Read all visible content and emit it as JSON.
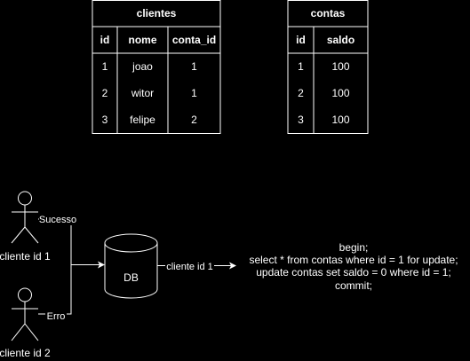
{
  "tables": {
    "clientes": {
      "title": "clientes",
      "columns": [
        "id",
        "nome",
        "conta_id"
      ],
      "rows": [
        [
          "1",
          "joao",
          "1"
        ],
        [
          "2",
          "witor",
          "1"
        ],
        [
          "3",
          "felipe",
          "2"
        ]
      ]
    },
    "contas": {
      "title": "contas",
      "columns": [
        "id",
        "saldo"
      ],
      "rows": [
        [
          "1",
          "100"
        ],
        [
          "2",
          "100"
        ],
        [
          "3",
          "100"
        ]
      ]
    }
  },
  "actors": {
    "actor1": {
      "label": "cliente id 1"
    },
    "actor2": {
      "label": "cliente id 2"
    }
  },
  "edges": {
    "sucesso": "Sucesso",
    "erro": "Erro",
    "db_to_query": "cliente id 1"
  },
  "database": {
    "label": "DB"
  },
  "query": {
    "lines": [
      "begin;",
      "select * from contas where id = 1 for update;",
      "update contas set saldo = 0 where id = 1;",
      "commit;"
    ]
  }
}
